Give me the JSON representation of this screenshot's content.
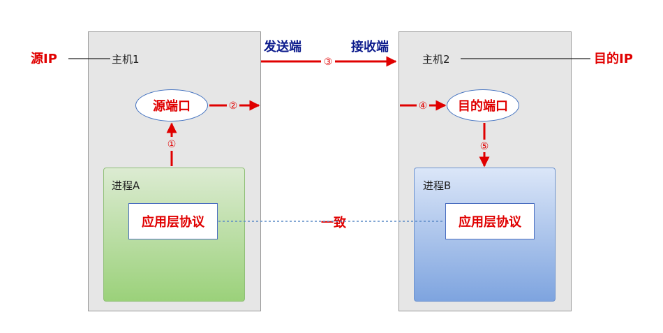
{
  "source_ip": "源IP",
  "dest_ip": "目的IP",
  "sender_label": "发送端",
  "receiver_label": "接收端",
  "host1": {
    "label": "主机1",
    "port": "源端口",
    "process": "进程A",
    "protocol": "应用层协议"
  },
  "host2": {
    "label": "主机2",
    "port": "目的端口",
    "process": "进程B",
    "protocol": "应用层协议"
  },
  "consistent_label": "一致",
  "steps": [
    "①",
    "②",
    "③",
    "④",
    "⑤"
  ],
  "colors": {
    "red": "#e00000",
    "navy": "#0b1a8c",
    "host_bg": "#e6e6e6"
  }
}
